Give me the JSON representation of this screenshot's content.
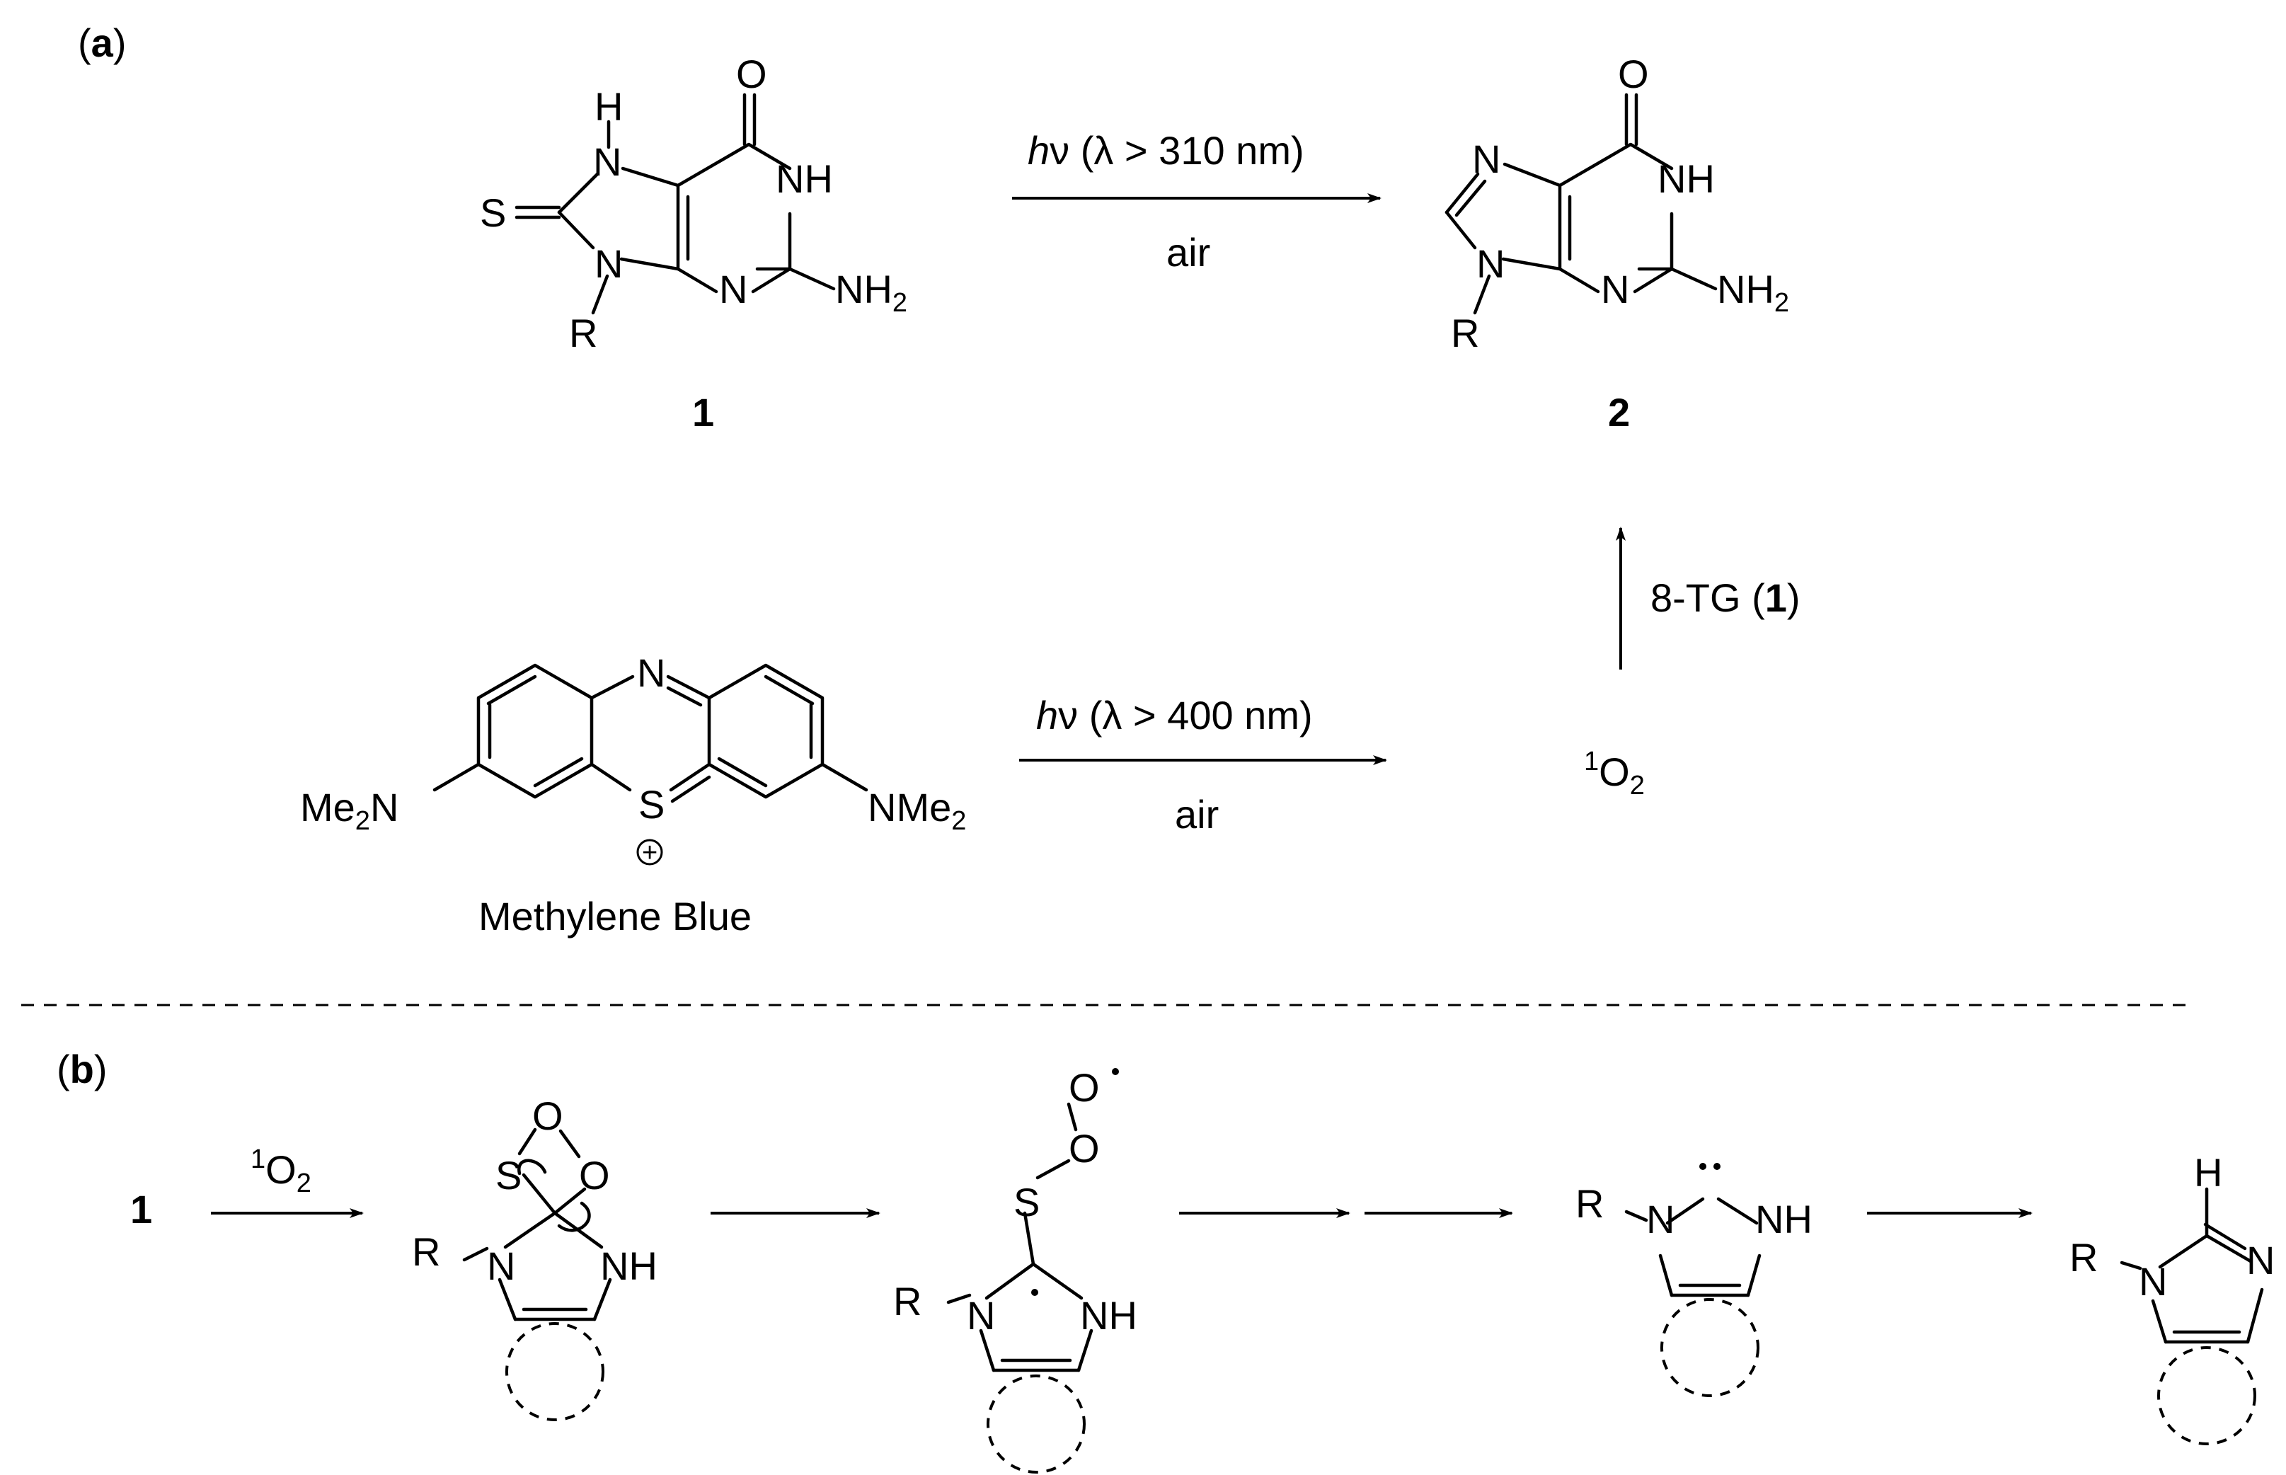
{
  "panel_a": {
    "label_bold": "a",
    "paren_open": "(",
    "paren_close": ")",
    "compound1": {
      "atoms": {
        "S": "S",
        "H": "H",
        "N_top": "N",
        "O": "O",
        "NH_ring": "NH",
        "N_bottom": "N",
        "N_ring2": "N",
        "NH2": "NH",
        "NH2_sub": "2",
        "R": "R"
      },
      "number": "1"
    },
    "reaction1": {
      "hv_h": "h",
      "hv_rest": "ν (λ > 310 nm)",
      "condition": "air"
    },
    "compound2": {
      "atoms": {
        "N_top": "N",
        "O": "O",
        "NH_ring": "NH",
        "N_bottom": "N",
        "N_ring2": "N",
        "NH2": "NH",
        "NH2_sub": "2",
        "R": "R"
      },
      "number": "2"
    },
    "methylene_blue": {
      "atoms": {
        "N_top": "N",
        "S": "S",
        "plus": "+",
        "left_amine": "Me",
        "left_amine_sub": "2",
        "left_amine_N": "N",
        "right_amine": "NMe",
        "right_amine_sub": "2"
      },
      "name": "Methylene Blue"
    },
    "reaction2": {
      "hv_h": "h",
      "hv_rest": "ν (λ > 400 nm)",
      "condition": "air"
    },
    "singlet_oxygen": {
      "sup": "1",
      "O": "O",
      "sub": "2"
    },
    "vertical_reagent": {
      "prefix": "8-TG (",
      "bold": "1",
      "suffix": ")"
    }
  },
  "panel_b": {
    "label_bold": "b",
    "paren_open": "(",
    "paren_close": ")",
    "start_number": "1",
    "reagent": {
      "sup": "1",
      "O": "O",
      "sub": "2"
    },
    "int1": {
      "S": "S",
      "O1": "O",
      "O2": "O",
      "R": "R",
      "N": "N",
      "NH": "NH"
    },
    "int2": {
      "O_top": "O",
      "O_mid": "O",
      "S": "S",
      "R": "R",
      "N": "N",
      "NH": "NH"
    },
    "int3": {
      "R": "R",
      "N": "N",
      "NH": "NH"
    },
    "product": {
      "H": "H",
      "R": "R",
      "N": "N",
      "N_ring": "N"
    }
  }
}
